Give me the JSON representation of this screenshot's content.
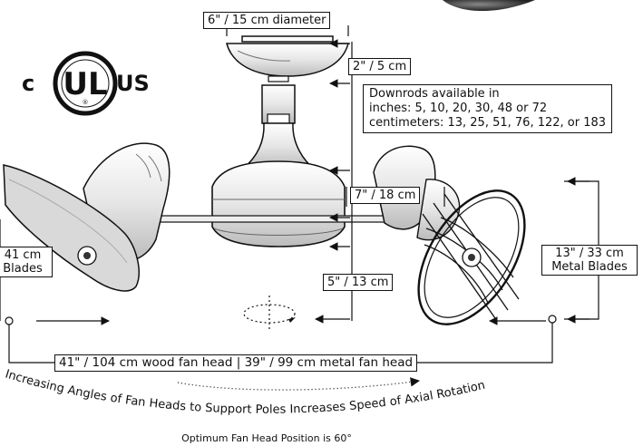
{
  "certification": {
    "left": "c",
    "center": "UL",
    "right": "US"
  },
  "dimensions": {
    "canopy_diameter": "6\" / 15 cm diameter",
    "canopy_height": "2\" / 5 cm",
    "head_width": "7\" / 18 cm",
    "bottom_height": "5\" / 13 cm",
    "wood_blade_line1": "41 cm",
    "wood_blade_line2": "Blades",
    "metal_blade_line1": "13\" / 33 cm",
    "metal_blade_line2": "Metal Blades",
    "span": "41\" / 104 cm wood fan head  |  39\" / 99 cm metal fan head"
  },
  "downrods": {
    "line1": "Downrods available in",
    "line2": "inches: 5, 10, 20, 30, 48 or 72",
    "line3": "centimeters: 13, 25, 51, 76, 122, or 183"
  },
  "captions": {
    "arc_text": "Increasing Angles of Fan Heads to Support Poles Increases Speed of Axial Rotation",
    "optimum": "Optimum Fan Head Position is 60°"
  },
  "colors": {
    "line": "#111111",
    "light": "#dddddd",
    "mid": "#999999"
  }
}
